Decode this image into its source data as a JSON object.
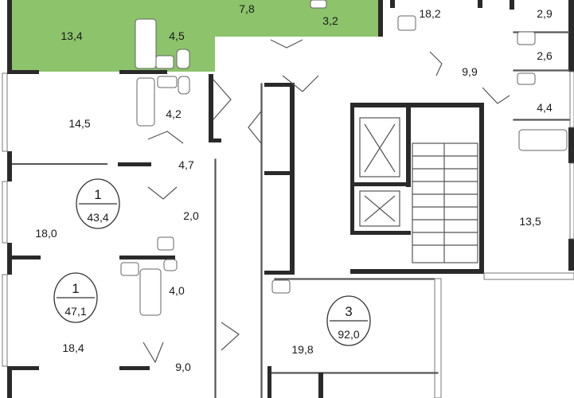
{
  "colors": {
    "highlight": "#8cc36b",
    "wall": "#2a2a2a",
    "line": "#555555"
  },
  "rooms": {
    "r_13_4": "13,4",
    "r_7_8": "7,8",
    "r_4_5": "4,5",
    "r_3_2": "3,2",
    "r_18_2": "18,2",
    "r_2_9": "2,9",
    "r_2_6": "2,6",
    "r_9_9": "9,9",
    "r_4_4": "4,4",
    "r_14_5": "14,5",
    "r_4_2": "4,2",
    "r_4_7": "4,7",
    "r_18_0": "18,0",
    "r_2_0": "2,0",
    "r_13_5": "13,5",
    "r_4_0": "4,0",
    "r_18_4": "18,4",
    "r_9_0": "9,0",
    "r_19_8": "19,8"
  },
  "apartments": [
    {
      "rooms": "1",
      "area": "43,4"
    },
    {
      "rooms": "1",
      "area": "47,1"
    },
    {
      "rooms": "3",
      "area": "92,0"
    }
  ]
}
